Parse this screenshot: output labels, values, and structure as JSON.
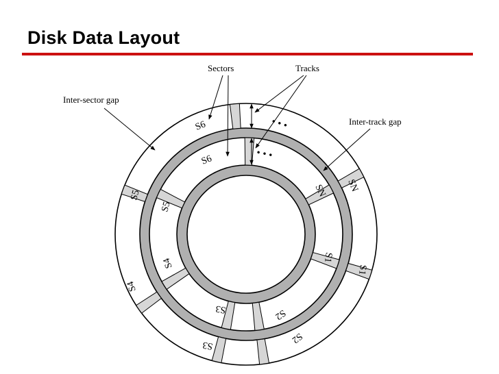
{
  "slide": {
    "title": "Disk Data Layout"
  },
  "colors": {
    "title_rule": "#cc1111",
    "track_gray": "#b0b0b0",
    "gap_gray": "#d6d6d6"
  },
  "labels": {
    "sectors": "Sectors",
    "tracks": "Tracks",
    "inter_sector_gap": "Inter-sector gap",
    "inter_track_gap": "Inter-track gap",
    "ellipsis": "• • •"
  },
  "outer_track_sectors": [
    "S6",
    "SN",
    "S1",
    "S2",
    "S3",
    "S4",
    "S5"
  ],
  "inner_track_sectors": [
    "S6",
    "SN",
    "S1",
    "S2",
    "S3",
    "S4",
    "S5"
  ]
}
